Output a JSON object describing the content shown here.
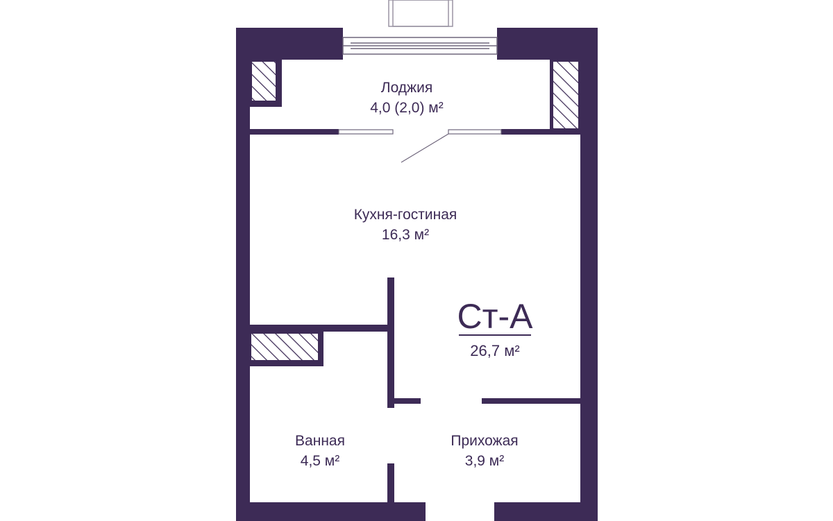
{
  "plan": {
    "wall_color": "#3d2b56",
    "background_color": "#ffffff",
    "apartment": {
      "type_label": "Ст-А",
      "total_area": "26,7 м²"
    },
    "rooms": {
      "loggia": {
        "name": "Лоджия",
        "area": "4,0 (2,0) м²"
      },
      "kitchen_living": {
        "name": "Кухня-гостиная",
        "area": "16,3 м²"
      },
      "bathroom": {
        "name": "Ванная",
        "area": "4,5 м²"
      },
      "hallway": {
        "name": "Прихожая",
        "area": "3,9 м²"
      }
    }
  }
}
